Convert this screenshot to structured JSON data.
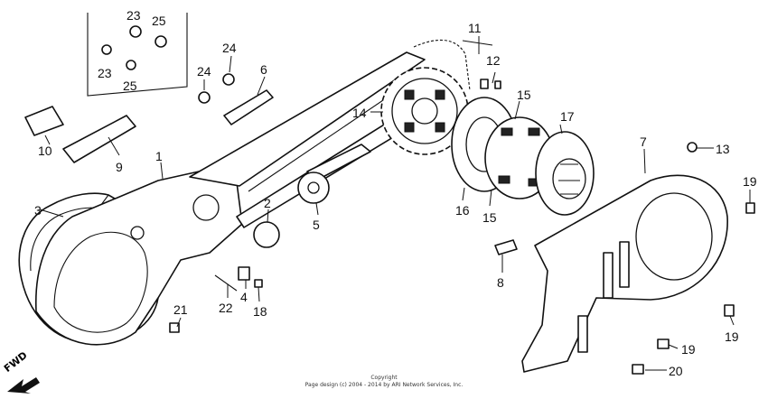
{
  "callouts": [
    {
      "id": "c1",
      "text": "1"
    },
    {
      "id": "c2",
      "text": "2"
    },
    {
      "id": "c3",
      "text": "3"
    },
    {
      "id": "c4",
      "text": "4"
    },
    {
      "id": "c5",
      "text": "5"
    },
    {
      "id": "c6",
      "text": "6"
    },
    {
      "id": "c7",
      "text": "7"
    },
    {
      "id": "c8",
      "text": "8"
    },
    {
      "id": "c9",
      "text": "9"
    },
    {
      "id": "c10",
      "text": "10"
    },
    {
      "id": "c11",
      "text": "11"
    },
    {
      "id": "c12",
      "text": "12"
    },
    {
      "id": "c13",
      "text": "13"
    },
    {
      "id": "c14",
      "text": "14"
    },
    {
      "id": "c15a",
      "text": "15"
    },
    {
      "id": "c15b",
      "text": "15"
    },
    {
      "id": "c16",
      "text": "16"
    },
    {
      "id": "c17",
      "text": "17"
    },
    {
      "id": "c18",
      "text": "18"
    },
    {
      "id": "c19a",
      "text": "19"
    },
    {
      "id": "c19b",
      "text": "19"
    },
    {
      "id": "c19c",
      "text": "19"
    },
    {
      "id": "c20",
      "text": "20"
    },
    {
      "id": "c21",
      "text": "21"
    },
    {
      "id": "c22",
      "text": "22"
    },
    {
      "id": "c23a",
      "text": "23"
    },
    {
      "id": "c23b",
      "text": "23"
    },
    {
      "id": "c24a",
      "text": "24"
    },
    {
      "id": "c24b",
      "text": "24"
    },
    {
      "id": "c25a",
      "text": "25"
    },
    {
      "id": "c25b",
      "text": "25"
    }
  ],
  "copyright_line1": "Copyright",
  "copyright_line2": "Page design (c) 2004 - 2014 by ARI Network Services, Inc.",
  "fwd_label": "FWD",
  "fwd_icon": "arrow-icon"
}
